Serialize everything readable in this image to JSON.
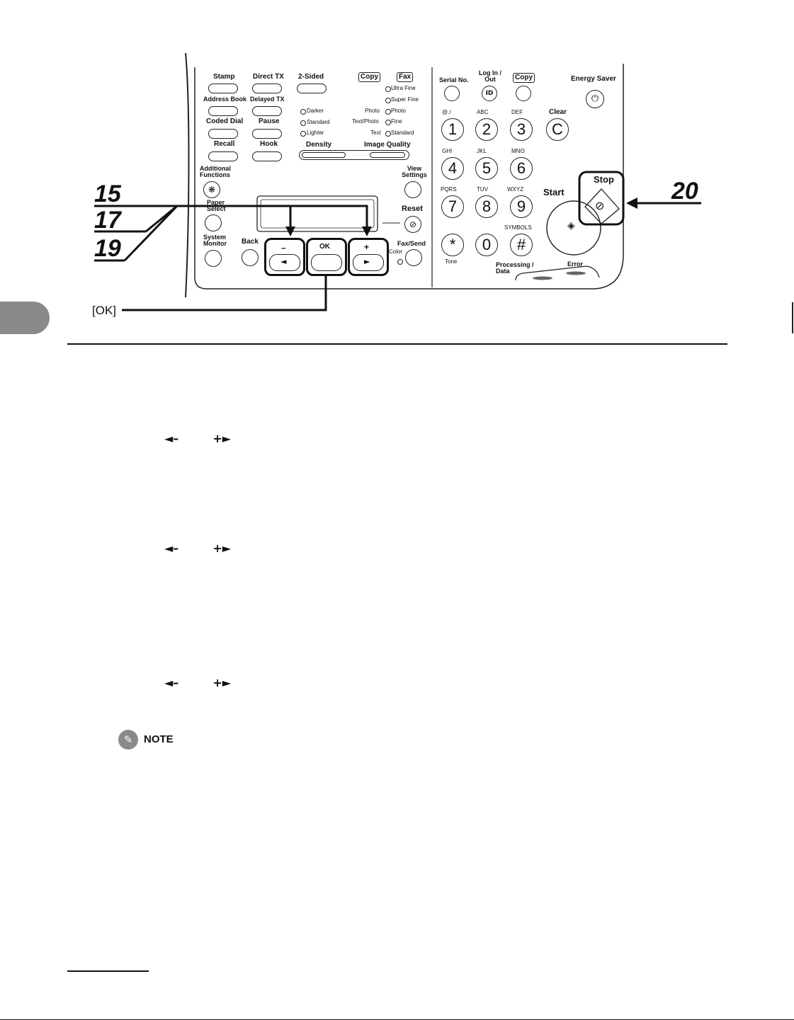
{
  "panel": {
    "left_buttons": [
      {
        "label": "Stamp"
      },
      {
        "label": "Address Book"
      },
      {
        "label": "Coded Dial"
      },
      {
        "label": "Recall"
      }
    ],
    "mid_buttons": [
      {
        "label": "Direct TX"
      },
      {
        "label": "Delayed TX"
      },
      {
        "label": "Pause"
      },
      {
        "label": "Hook"
      }
    ],
    "two_sided": "2-Sided",
    "copy_tag": "Copy",
    "fax_tag": "Fax",
    "density_leds": [
      "Darker",
      "Standard",
      "Lighter"
    ],
    "density_label": "Density",
    "quality_copy": [
      "Photo",
      "Text/Photo",
      "Text"
    ],
    "quality_fax": [
      "Ultra Fine",
      "Super Fine",
      "Photo",
      "Fine",
      "Standard"
    ],
    "image_quality_label": "Image Quality",
    "additional_functions": "Additional Functions",
    "paper_select": "Paper Select",
    "system_monitor": "System Monitor",
    "back": "Back",
    "ok": "OK",
    "minus": "–",
    "plus": "+",
    "view_settings": "View Settings",
    "reset": "Reset",
    "fax_send": "Fax/Send",
    "color": "Color",
    "serial_no": "Serial No.",
    "log_in_out": "Log In / Out",
    "copy_btn_tag": "Copy",
    "energy_saver": "Energy Saver",
    "clear": "Clear",
    "clear_glyph": "C",
    "start": "Start",
    "stop": "Stop",
    "tone": "Tone",
    "symbols": "SYMBOLS",
    "processing_data": "Processing / Data",
    "error": "Error",
    "keys": [
      {
        "digit": "1",
        "letters": "@./"
      },
      {
        "digit": "2",
        "letters": "ABC"
      },
      {
        "digit": "3",
        "letters": "DEF"
      },
      {
        "digit": "4",
        "letters": "GHI"
      },
      {
        "digit": "5",
        "letters": "JKL"
      },
      {
        "digit": "6",
        "letters": "MNO"
      },
      {
        "digit": "7",
        "letters": "PQRS"
      },
      {
        "digit": "8",
        "letters": "TUV"
      },
      {
        "digit": "9",
        "letters": "WXYZ"
      },
      {
        "digit": "*",
        "letters": ""
      },
      {
        "digit": "0",
        "letters": ""
      },
      {
        "digit": "#",
        "letters": ""
      }
    ]
  },
  "callouts": {
    "c15": "15",
    "c17": "17",
    "c19": "19",
    "c20": "20",
    "ok_label": "[OK]"
  },
  "arrow_rows": [
    {
      "left": "◄–",
      "right": "+►"
    },
    {
      "left": "◄–",
      "right": "+►"
    },
    {
      "left": "◄–",
      "right": "+►"
    }
  ],
  "note_label": "NOTE"
}
